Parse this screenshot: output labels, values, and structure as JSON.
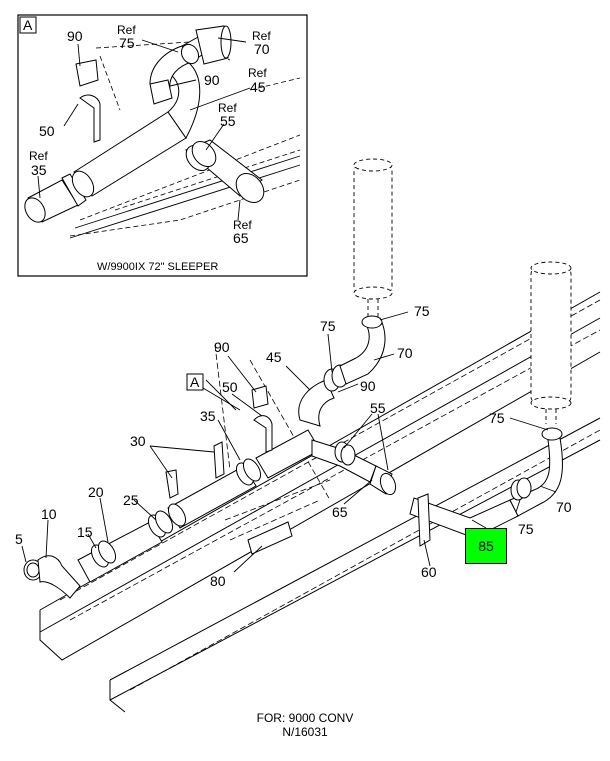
{
  "inset": {
    "tag": "A",
    "caption": "W/9900IX 72\" SLEEPER",
    "callouts": [
      {
        "id": "i90a",
        "text": "90"
      },
      {
        "id": "iref75",
        "text": "Ref"
      },
      {
        "id": "i75",
        "text": "75"
      },
      {
        "id": "iref70",
        "text": "Ref"
      },
      {
        "id": "i70",
        "text": "70"
      },
      {
        "id": "i90b",
        "text": "90"
      },
      {
        "id": "iref45",
        "text": "Ref"
      },
      {
        "id": "i45",
        "text": "45"
      },
      {
        "id": "iref55",
        "text": "Ref"
      },
      {
        "id": "i55",
        "text": "55"
      },
      {
        "id": "i50",
        "text": "50"
      },
      {
        "id": "iref35",
        "text": "Ref"
      },
      {
        "id": "i35",
        "text": "35"
      },
      {
        "id": "iref65",
        "text": "Ref"
      },
      {
        "id": "i65",
        "text": "65"
      }
    ]
  },
  "main": {
    "view_tag": "A",
    "callouts": [
      {
        "id": "m75a",
        "text": "75"
      },
      {
        "id": "m75b",
        "text": "75"
      },
      {
        "id": "m70a",
        "text": "70"
      },
      {
        "id": "m90a",
        "text": "90"
      },
      {
        "id": "m45",
        "text": "45"
      },
      {
        "id": "m90b",
        "text": "90"
      },
      {
        "id": "m50",
        "text": "50"
      },
      {
        "id": "m55",
        "text": "55"
      },
      {
        "id": "m35",
        "text": "35"
      },
      {
        "id": "m30",
        "text": "30"
      },
      {
        "id": "m75c",
        "text": "75"
      },
      {
        "id": "m70b",
        "text": "70"
      },
      {
        "id": "m20",
        "text": "20"
      },
      {
        "id": "m25",
        "text": "25"
      },
      {
        "id": "m10",
        "text": "10"
      },
      {
        "id": "m65",
        "text": "65"
      },
      {
        "id": "m75d",
        "text": "75"
      },
      {
        "id": "m15",
        "text": "15"
      },
      {
        "id": "m5",
        "text": "5"
      },
      {
        "id": "m80",
        "text": "80"
      },
      {
        "id": "m60",
        "text": "60"
      }
    ],
    "highlighted_part": "85",
    "highlight_color": "#00ff00"
  },
  "footer": {
    "line1": "FOR: 9000 CONV",
    "line2": "N/16031"
  }
}
